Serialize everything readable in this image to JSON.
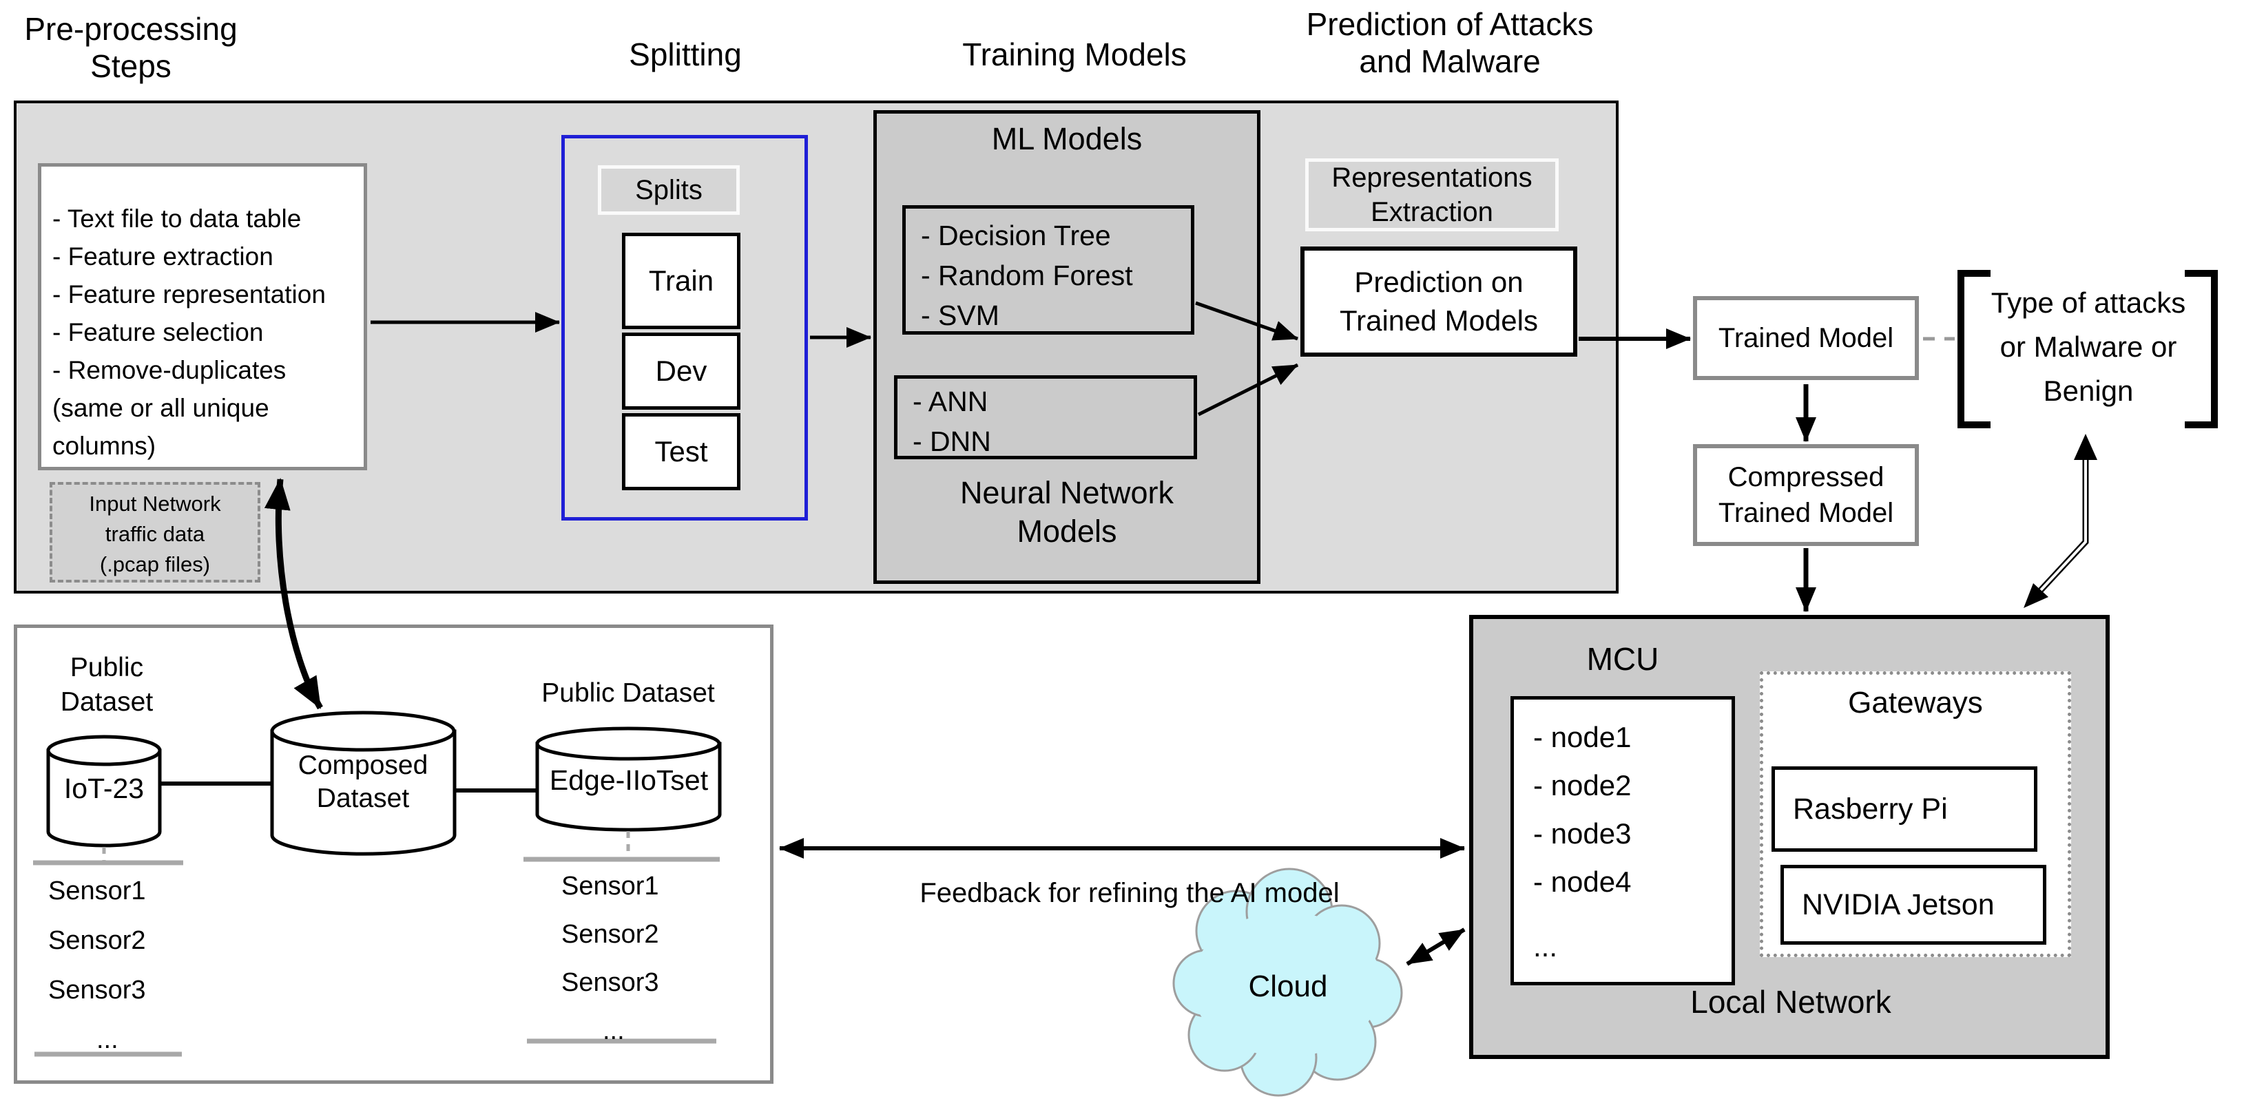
{
  "headers": {
    "preprocessing": "Pre-processing Steps",
    "splitting": "Splitting",
    "training": "Training Models",
    "prediction": "Prediction of Attacks and Malware"
  },
  "preprocessing_box": {
    "items": [
      "- Text file to data table",
      "- Feature extraction",
      "- Feature representation",
      "- Feature selection",
      "- Remove-duplicates (same or all unique columns)"
    ]
  },
  "input_box": {
    "lines": [
      "Input Network",
      "traffic data",
      "(.pcap files)"
    ]
  },
  "splitting": {
    "label": "Splits",
    "splits": [
      "Train",
      "Dev",
      "Test"
    ]
  },
  "training": {
    "ml_title": "ML Models",
    "classic_models": [
      "- Decision Tree",
      "- Random Forest",
      "- SVM"
    ],
    "neural_models": [
      "- ANN",
      "- DNN"
    ],
    "neural_label": "Neural Network Models"
  },
  "prediction": {
    "representations": "Representations Extraction",
    "prediction_box": "Prediction on Trained Models"
  },
  "outputs": {
    "trained_model": "Trained Model",
    "compressed_model": "Compressed Trained Model",
    "result_bracket": "Type of attacks or Malware or Benign"
  },
  "datasets": {
    "left_label": "Public Dataset",
    "left_db": "IoT-23",
    "composed_db": "Composed Dataset",
    "right_label": "Public Dataset",
    "right_db": "Edge-IIoTset",
    "left_sensors": [
      "Sensor1",
      "Sensor2",
      "Sensor3",
      "..."
    ],
    "right_sensors": [
      "Sensor1",
      "Sensor2",
      "Sensor3",
      "..."
    ]
  },
  "mcu": {
    "title": "MCU",
    "nodes": [
      "- node1",
      "- node2",
      "- node3",
      "- node4",
      "..."
    ],
    "gateways_title": "Gateways",
    "gateways": [
      "Rasberry Pi",
      "NVIDIA Jetson"
    ],
    "footer": "Local Network"
  },
  "cloud_label": "Cloud",
  "feedback_label": "Feedback for refining the AI model",
  "colors": {
    "region_fill": "#dcdcdc",
    "inner_fill": "#cbcbcb",
    "chip_fill": "#d6d6d6",
    "blue_border": "#1f1fd6",
    "gray_border": "#8a8a8a",
    "cloud_fill": "#c9f5fb"
  }
}
